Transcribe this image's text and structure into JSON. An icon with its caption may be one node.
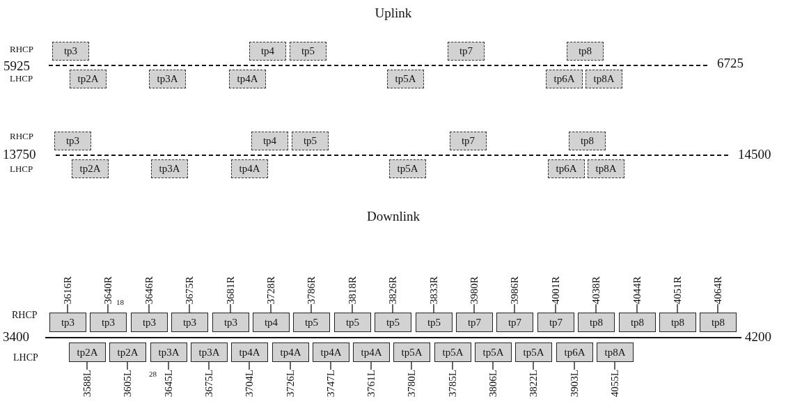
{
  "diagram": {
    "nodes": [
      {
        "text": [
          "tp3"
        ]
      },
      {
        "text": [
          "tp4"
        ]
      },
      {
        "text": [
          "tp5"
        ]
      },
      {
        "text": [
          "tp7"
        ]
      },
      {
        "text": [
          "tp8"
        ]
      },
      {
        "text": [
          "tp2A"
        ]
      },
      {
        "text": [
          "tp3A"
        ]
      },
      {
        "text": [
          "tp4A"
        ]
      },
      {
        "text": [
          "tp5A"
        ]
      },
      {
        "text": [
          "tp6A"
        ]
      },
      {
        "text": [
          "tp8A"
        ]
      },
      {
        "text": [
          "tp3"
        ]
      },
      {
        "text": [
          "tp4"
        ]
      },
      {
        "text": [
          "tp5"
        ]
      },
      {
        "text": [
          "tp7"
        ]
      },
      {
        "text": [
          "tp8"
        ]
      },
      {
        "text": [
          "tp2A"
        ]
      },
      {
        "text": [
          "tp3A"
        ]
      },
      {
        "text": [
          "tp4A"
        ]
      },
      {
        "text": [
          "tp5A"
        ]
      },
      {
        "text": [
          "tp6A"
        ]
      },
      {
        "text": [
          "tp8A"
        ]
      },
      {
        "text": [
          "3616R"
        ]
      },
      {
        "text": [
          "3640R"
        ]
      },
      {
        "text": [
          "3646R"
        ]
      },
      {
        "text": [
          "3675R"
        ]
      },
      {
        "text": [
          "3681R"
        ]
      },
      {
        "text": [
          "3728R"
        ]
      },
      {
        "text": [
          "3786R"
        ]
      },
      {
        "text": [
          "3818R"
        ]
      },
      {
        "text": [
          "3826R"
        ]
      },
      {
        "text": [
          "3833R"
        ]
      },
      {
        "text": [
          "3980R"
        ]
      },
      {
        "text": [
          "3986R"
        ]
      },
      {
        "text": [
          "4001R"
        ]
      },
      {
        "text": [
          "4038R"
        ]
      },
      {
        "text": [
          "4044R"
        ]
      },
      {
        "text": [
          "4051R"
        ]
      },
      {
        "text": [
          "4064R"
        ]
      },
      {
        "text": [
          "tp3"
        ]
      },
      {
        "text": [
          "tp3"
        ]
      },
      {
        "text": [
          "tp3"
        ]
      },
      {
        "text": [
          "tp3"
        ]
      },
      {
        "text": [
          "tp3"
        ]
      },
      {
        "text": [
          "tp4"
        ]
      },
      {
        "text": [
          "tp5"
        ]
      },
      {
        "text": [
          "tp5"
        ]
      },
      {
        "text": [
          "tp5"
        ]
      },
      {
        "text": [
          "tp5"
        ]
      },
      {
        "text": [
          "tp7"
        ]
      },
      {
        "text": [
          "tp7"
        ]
      },
      {
        "text": [
          "tp7"
        ]
      },
      {
        "text": [
          "tp8"
        ]
      },
      {
        "text": [
          "tp8"
        ]
      },
      {
        "text": [
          "tp8"
        ]
      },
      {
        "text": [
          "tp8"
        ]
      },
      {
        "text": [
          "tp2A"
        ]
      },
      {
        "text": [
          "tp2A"
        ]
      },
      {
        "text": [
          "tp3A"
        ]
      },
      {
        "text": [
          "tp3A"
        ]
      },
      {
        "text": [
          "tp4A"
        ]
      },
      {
        "text": [
          "tp4A"
        ]
      },
      {
        "text": [
          "tp4A"
        ]
      },
      {
        "text": [
          "tp4A"
        ]
      },
      {
        "text": [
          "tp5A"
        ]
      },
      {
        "text": [
          "tp5A"
        ]
      },
      {
        "text": [
          "tp5A"
        ]
      },
      {
        "text": [
          "tp5A"
        ]
      },
      {
        "text": [
          "tp6A"
        ]
      },
      {
        "text": [
          "tp8A"
        ]
      },
      {
        "text": [
          "3588L"
        ]
      },
      {
        "text": [
          "3605L"
        ]
      },
      {
        "text": [
          "3645L"
        ]
      },
      {
        "text": [
          "3675L"
        ]
      },
      {
        "text": [
          "3704L"
        ]
      },
      {
        "text": [
          "3726L"
        ]
      },
      {
        "text": [
          "3747L"
        ]
      },
      {
        "text": [
          "3761L"
        ]
      },
      {
        "text": [
          "3780L"
        ]
      },
      {
        "text": [
          "3785L"
        ]
      },
      {
        "text": [
          "3806L"
        ]
      },
      {
        "text": [
          "3822L"
        ]
      },
      {
        "text": [
          "3903L"
        ]
      },
      {
        "text": [
          "4055L"
        ]
      }
    ],
    "edges": [
      {
        "from": 22,
        "to": 39,
        "arrow": "none"
      },
      {
        "from": 23,
        "to": 40,
        "arrow": "none"
      },
      {
        "from": 24,
        "to": 41,
        "arrow": "none"
      },
      {
        "from": 25,
        "to": 42,
        "arrow": "none"
      },
      {
        "from": 26,
        "to": 43,
        "arrow": "none"
      },
      {
        "from": 27,
        "to": 44,
        "arrow": "none"
      },
      {
        "from": 28,
        "to": 45,
        "arrow": "none"
      },
      {
        "from": 29,
        "to": 46,
        "arrow": "none"
      },
      {
        "from": 30,
        "to": 47,
        "arrow": "none"
      },
      {
        "from": 31,
        "to": 48,
        "arrow": "none"
      },
      {
        "from": 32,
        "to": 49,
        "arrow": "none"
      },
      {
        "from": 33,
        "to": 50,
        "arrow": "none"
      },
      {
        "from": 34,
        "to": 51,
        "arrow": "none"
      },
      {
        "from": 35,
        "to": 52,
        "arrow": "none"
      },
      {
        "from": 36,
        "to": 53,
        "arrow": "none"
      },
      {
        "from": 37,
        "to": 54,
        "arrow": "none"
      },
      {
        "from": 38,
        "to": 55,
        "arrow": "none"
      },
      {
        "from": 70,
        "to": 56,
        "arrow": "none"
      },
      {
        "from": 71,
        "to": 57,
        "arrow": "none"
      },
      {
        "from": 72,
        "to": 58,
        "arrow": "none"
      },
      {
        "from": 73,
        "to": 59,
        "arrow": "none"
      },
      {
        "from": 74,
        "to": 60,
        "arrow": "none"
      },
      {
        "from": 75,
        "to": 61,
        "arrow": "none"
      },
      {
        "from": 76,
        "to": 62,
        "arrow": "none"
      },
      {
        "from": 77,
        "to": 63,
        "arrow": "none"
      },
      {
        "from": 78,
        "to": 64,
        "arrow": "none"
      },
      {
        "from": 79,
        "to": 65,
        "arrow": "none"
      },
      {
        "from": 80,
        "to": 66,
        "arrow": "none"
      },
      {
        "from": 81,
        "to": 67,
        "arrow": "none"
      },
      {
        "from": 82,
        "to": 68,
        "arrow": "none"
      },
      {
        "from": 83,
        "to": 69,
        "arrow": "none"
      }
    ],
    "labels": [
      "Uplink",
      "RHCP",
      "5925",
      "6725",
      "LHCP",
      "RHCP",
      "13750",
      "14500",
      "LHCP",
      "Downlink",
      "18",
      "RHCP",
      "3400",
      "4200",
      "LHCP",
      "28"
    ]
  }
}
